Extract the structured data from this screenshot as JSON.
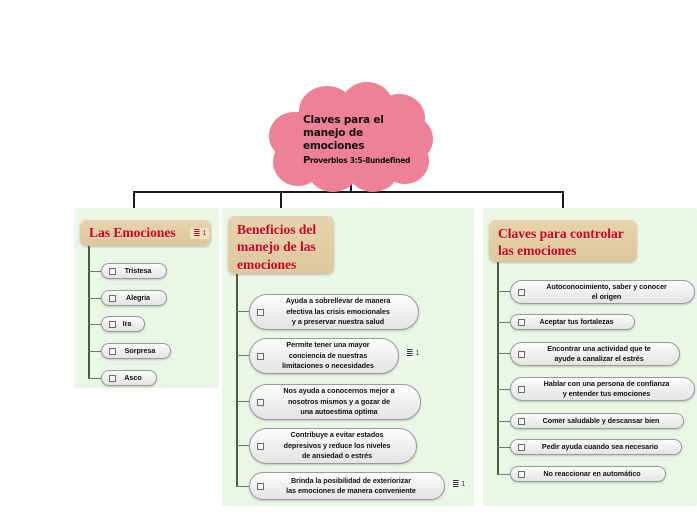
{
  "document": {
    "type": "mindmap",
    "background": "#ffffff"
  },
  "colors": {
    "cloud": "#ef8196",
    "panel": "#eaf6e6",
    "header": "#ddc79c",
    "header_text": "#cc0022",
    "connector": "#1a1a1a",
    "subconnector": "#4a5a45",
    "pill_text": "#111111"
  },
  "root": {
    "title": "Claves para el manejo de emociones",
    "subtitle_cap": "P",
    "subtitle_rest": "roverbios 3:5-8undefined",
    "shape": "cloud-icon"
  },
  "branches": [
    {
      "id": "las-emociones",
      "title": "Las Emociones",
      "badge": {
        "icon": "list-icon",
        "count": "1",
        "style": "on-header"
      },
      "items": [
        {
          "label": "Tristesa"
        },
        {
          "label": "Alegria"
        },
        {
          "label": "Ira"
        },
        {
          "label": "Sorpresa"
        },
        {
          "label": "Asco"
        }
      ]
    },
    {
      "id": "beneficios",
      "title": "Beneficios del\nmanejo de las\nemociones",
      "badge": null,
      "items": [
        {
          "label": "Ayuda a sobrellevar de manera\nefectiva las crisis emocionales\ny a preservar nuestra salud"
        },
        {
          "label": "Permite tener una mayor\nconciencia de nuestras\nlimitaciones o necesidades",
          "badge": {
            "icon": "list-icon",
            "count": "1",
            "style": "on-panel"
          }
        },
        {
          "label": "Nos ayuda a conocernos mejor a\nnosotros mismos y a gozar de\nuna autoestima optima"
        },
        {
          "label": "Contribuye a evitar estados\ndepresivos y reduce los niveles\nde ansiedad o estrés"
        },
        {
          "label": "Brinda la posibilidad de exteriorizar\nlas emociones de manera conveniente",
          "badge": {
            "icon": "list-icon",
            "count": "1",
            "style": "on-panel"
          }
        }
      ]
    },
    {
      "id": "claves-controlar",
      "title": "Claves para controlar\nlas emociones",
      "badge": null,
      "items": [
        {
          "label": "Autoconocimiento, saber y conocer\nel origen"
        },
        {
          "label": "Aceptar tus fortalezas"
        },
        {
          "label": "Encontrar una actividad que te\nayude a canalizar el estrés"
        },
        {
          "label": "Hablar con una persona de confianza\ny entender tus emociones"
        },
        {
          "label": "Comer saludable y descansar bien"
        },
        {
          "label": "Pedir ayuda cuando sea necesario"
        },
        {
          "label": "No reaccionar en automático"
        }
      ]
    }
  ]
}
